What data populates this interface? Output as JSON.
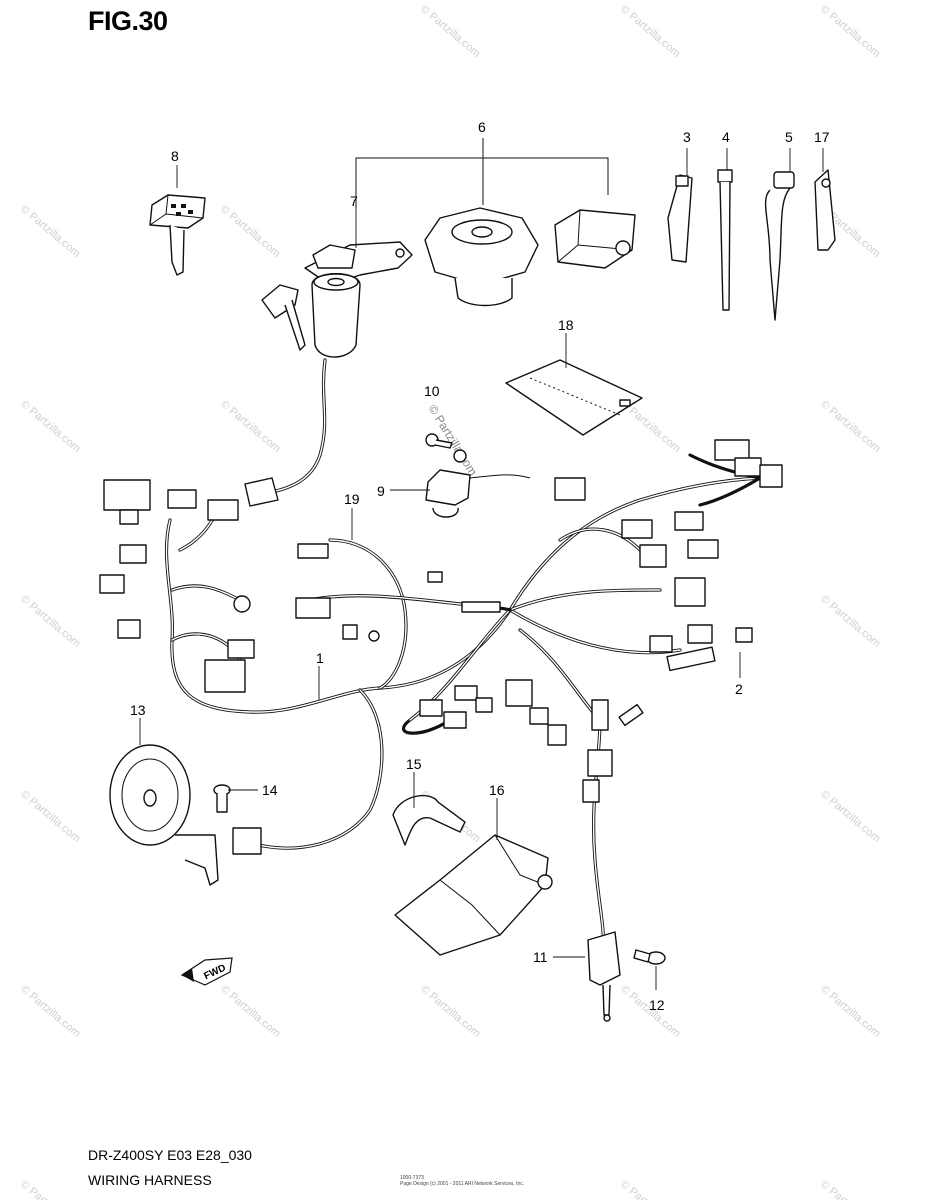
{
  "header": {
    "fig_title": "FIG.30"
  },
  "footer": {
    "model_code": "DR-Z400SY E03 E28_030",
    "title": "WIRING HARNESS",
    "copyright_line1": "1000-7373",
    "copyright_line2": "Page Design (c) 2001 - 2011 ARI Network Services, Inc."
  },
  "watermark": {
    "text": "© Partzilla.com"
  },
  "callouts": {
    "p1": "1",
    "p2": "2",
    "p3": "3",
    "p4": "4",
    "p5": "5",
    "p6": "6",
    "p7": "7",
    "p8": "8",
    "p9": "9",
    "p10": "10",
    "p11": "11",
    "p12": "12",
    "p13": "13",
    "p14": "14",
    "p15": "15",
    "p16": "16",
    "p17": "17",
    "p18": "18",
    "p19": "19"
  },
  "fwd_arrow": {
    "label": "FWD"
  },
  "colors": {
    "line": "#111111",
    "watermark": "#cfcfcf",
    "background": "#ffffff"
  },
  "icons": {
    "fwd": "arrow-fwd-icon"
  }
}
